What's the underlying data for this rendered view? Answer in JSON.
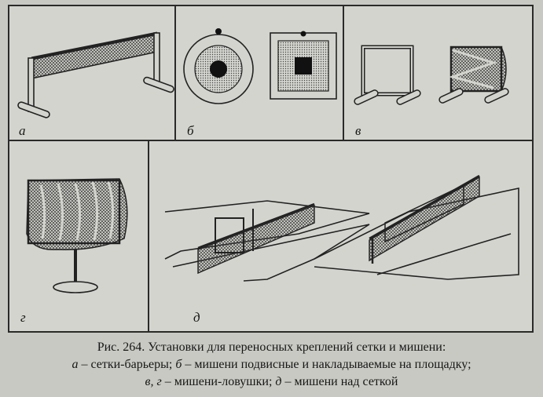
{
  "panels": {
    "a": {
      "label": "а"
    },
    "b": {
      "label": "б"
    },
    "v": {
      "label": "в"
    },
    "g": {
      "label": "г"
    },
    "d": {
      "label": "д"
    }
  },
  "caption": {
    "line1": "Рис. 264. Установки для переносных креплений сетки и мишени:",
    "line2_letter": "а",
    "line2_text": " – сетки-барьеры; ",
    "line2_letter2": "б",
    "line2_text2": " – мишени подвисные и накладываемые на площадку;",
    "line3_letter": "в, г",
    "line3_text": " – мишени-ловушки; ",
    "line3_letter2": "д",
    "line3_text2": " – мишени над сеткой"
  },
  "colors": {
    "ink": "#161616",
    "paper": "#d4d4cf",
    "mesh": "#555555"
  }
}
